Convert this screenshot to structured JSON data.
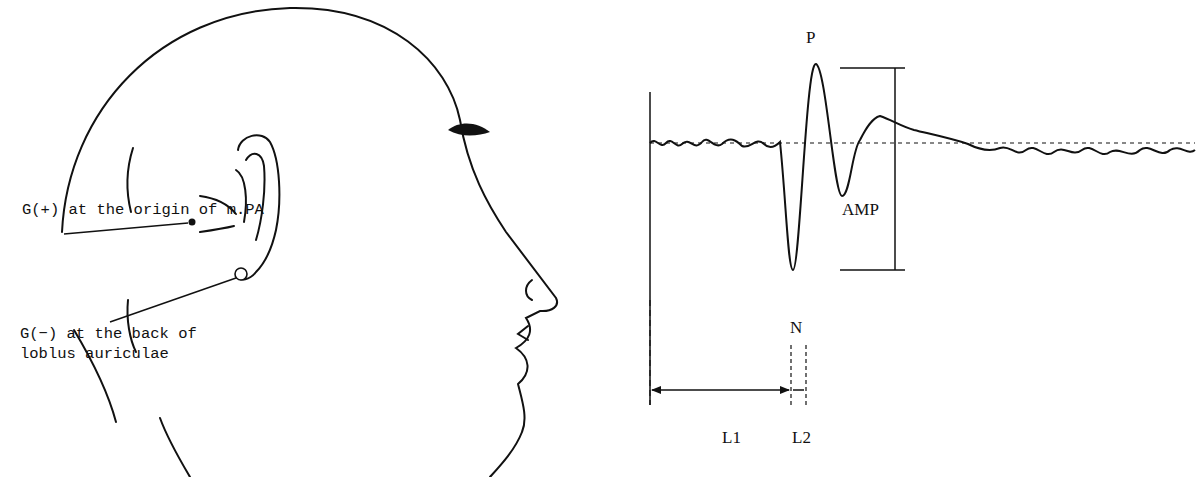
{
  "diagram": {
    "labels": [
      "G(+) at the origin of m.PA",
      "G(−) at the back of loblus auriculae",
      "P",
      "AMP",
      "N",
      "L1",
      "L2"
    ]
  }
}
